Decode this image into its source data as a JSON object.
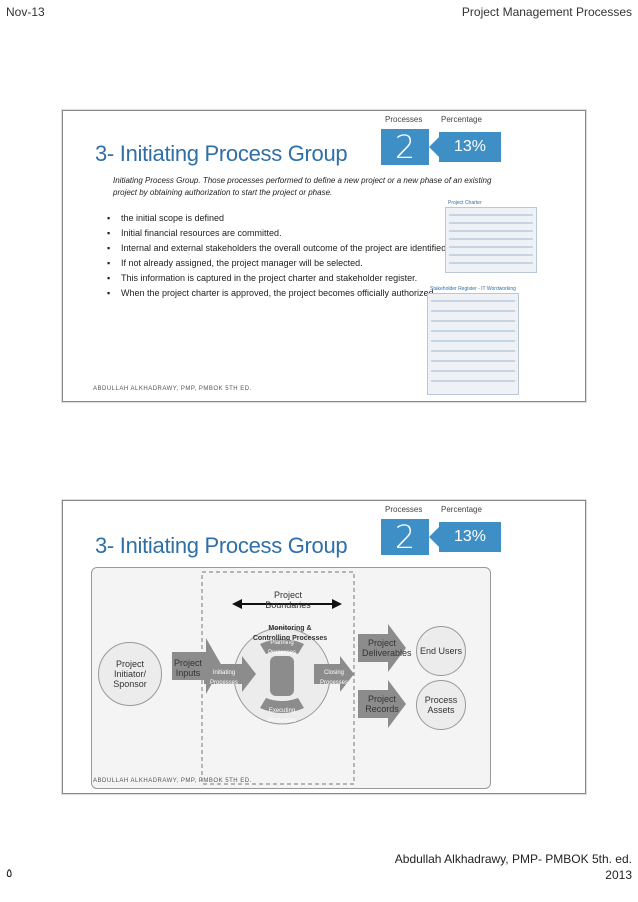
{
  "header": {
    "left": "Nov-13",
    "right": "Project Management Processes"
  },
  "footer": {
    "page_mark": "٥",
    "author_line1": "Abdullah Alkhadrawy, PMP- PMBOK 5th. ed.",
    "author_line2": "2013"
  },
  "slide1": {
    "title": "3- Initiating Process Group",
    "stats": {
      "processes_label": "Processes",
      "processes_value": "2",
      "percentage_label": "Percentage",
      "percentage_value": "13%"
    },
    "intro": "Initiating Process Group. Those processes performed to define a new project or a new phase of an existing project by obtaining authorization to start the project or phase.",
    "bullets": [
      "the initial scope is defined",
      "Initial financial resources are committed.",
      "Internal and external stakeholders the overall outcome of the project are identified.",
      "If not already assigned, the project manager will be selected.",
      "This information is captured in the project charter and stakeholder register.",
      "When the project charter is approved, the project becomes officially authorized."
    ],
    "thumb1_title": "Project Charter",
    "thumb2_title": "Stakeholder Register - IT Wordworking",
    "footer": "ABDULLAH ALKHADRAWY, PMP, PMBOK 5TH ED."
  },
  "slide2": {
    "title": "3- Initiating Process Group",
    "stats": {
      "processes_label": "Processes",
      "processes_value": "2",
      "percentage_label": "Percentage",
      "percentage_value": "13%"
    },
    "diagram": {
      "project_boundaries": "Project Boundaries",
      "initiator": "Project Initiator/ Sponsor",
      "inputs": "Project Inputs",
      "monitoring": "Monitoring & Controlling Processes",
      "planning": "Planning Processes",
      "initiating": "Initiating Processes",
      "closing": "Closing Processes",
      "executing": "Executing Processes",
      "deliverables": "Project Deliverables",
      "records": "Project Records",
      "end_users": "End Users",
      "process_assets": "Process Assets"
    },
    "footer": "ABDULLAH ALKHADRAWY, PMP, PMBOK 5TH ED."
  }
}
